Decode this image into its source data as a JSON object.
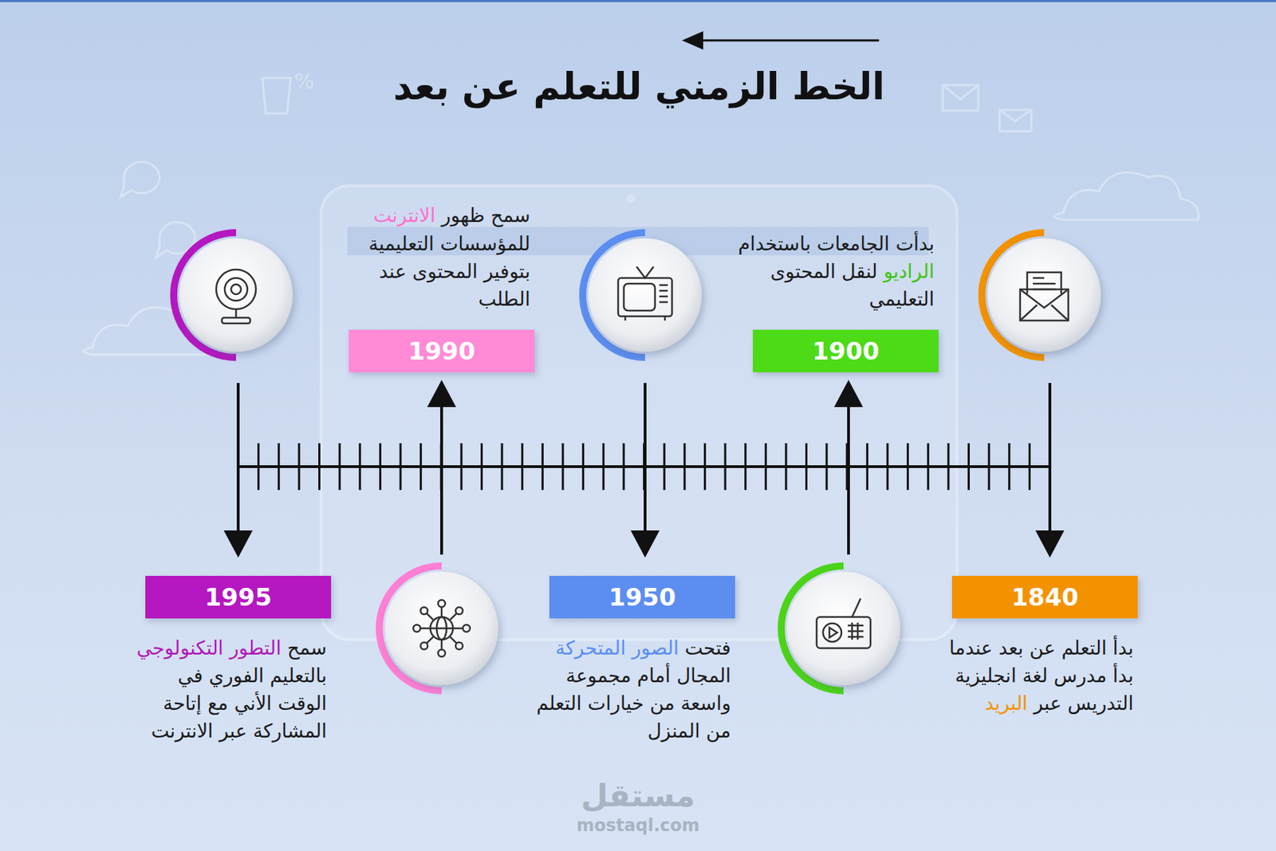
{
  "diagram": {
    "title": "الخط الزمني للتعلم عن بعد",
    "nodes": [
      {
        "text": [
          "1840",
          "بدأ التعلم عن بعد عندما بدأ مدرس لغة انجليزية التدريس عبر البريد"
        ]
      },
      {
        "text": [
          "1900",
          "بدأت الجامعات باستخدام الراديو لنقل المحتوى التعليمي"
        ]
      },
      {
        "text": [
          "1950",
          "فتحت الصور المتحركة المجال أمام مجموعة واسعة من خيارات التعلم من المنزل"
        ]
      },
      {
        "text": [
          "1990",
          "سمح ظهور الانترنت للمؤسسات التعليمية بتوفير المحتوى عند الطلب"
        ]
      },
      {
        "text": [
          "1995",
          "سمح التطور التكنولوجي بالتعليم الفوري في الوقت الأني مع إتاحة المشاركة عبر الانترنت"
        ]
      }
    ],
    "labels": [
      "مستقل",
      "mostaql.com"
    ]
  }
}
